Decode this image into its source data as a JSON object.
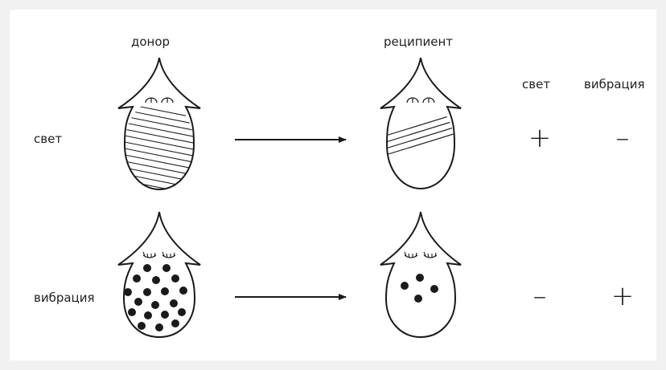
{
  "headers": {
    "donor": "донор",
    "recipient": "реципиент",
    "col_light": "свет",
    "col_vibration": "вибрация"
  },
  "rows": [
    {
      "label": "свет",
      "light_result": "+",
      "vibration_result": "–"
    },
    {
      "label": "вибрация",
      "light_result": "–",
      "vibration_result": "+"
    }
  ],
  "colors": {
    "stroke": "#1a1a1a",
    "background": "#ffffff",
    "frame": "#f1f1f1"
  }
}
